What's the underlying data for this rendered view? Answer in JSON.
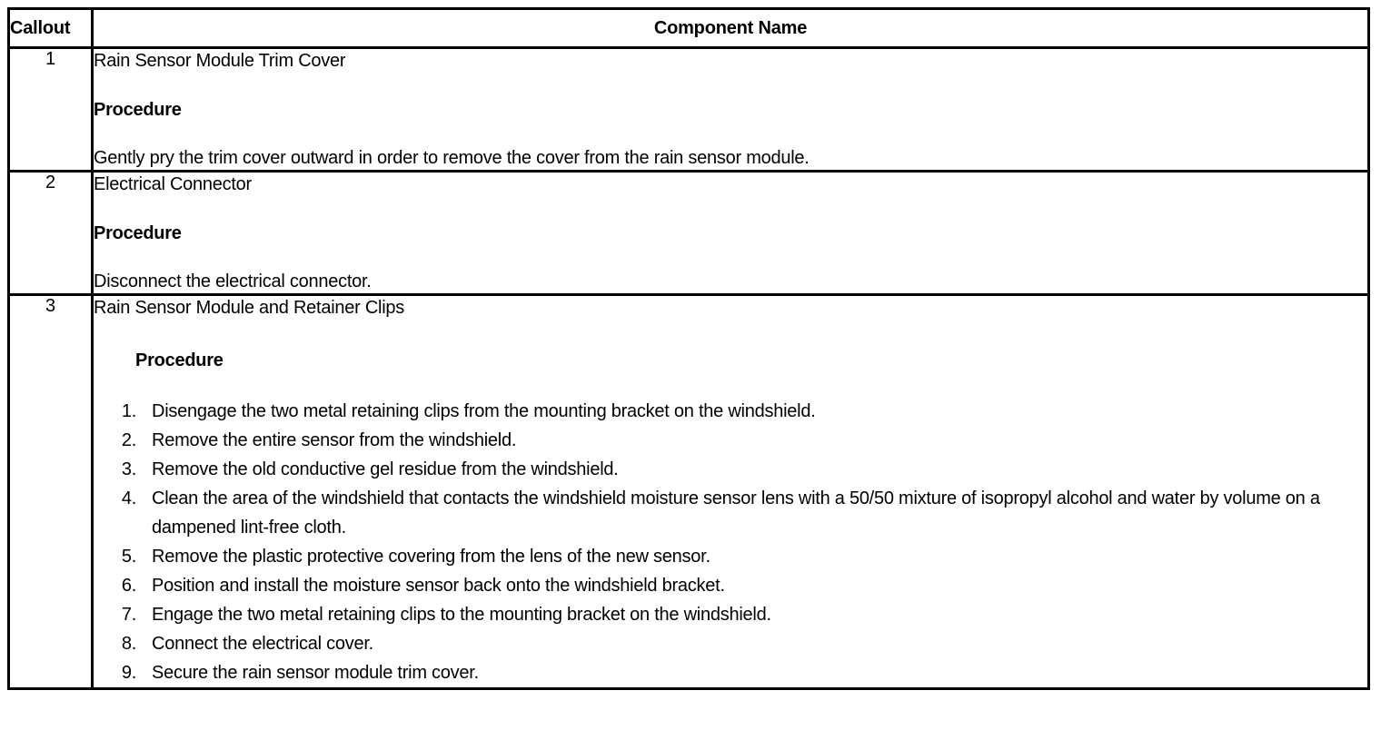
{
  "table": {
    "columns": [
      {
        "key": "callout",
        "header": "Callout",
        "align": "left"
      },
      {
        "key": "component_name",
        "header": "Component Name",
        "align": "center"
      }
    ],
    "rows": [
      {
        "callout": "1",
        "component_title": "Rain Sensor Module Trim Cover",
        "procedure_label": "Procedure",
        "procedure_text": "Gently pry the trim cover outward in order to remove the cover from the rain sensor module.",
        "steps": []
      },
      {
        "callout": "2",
        "component_title": "Electrical Connector",
        "procedure_label": "Procedure",
        "procedure_text": "Disconnect the electrical connector.",
        "steps": []
      },
      {
        "callout": "3",
        "component_title": "Rain Sensor Module and Retainer Clips",
        "procedure_label": "Procedure",
        "procedure_text": "",
        "steps": [
          "Disengage the two metal retaining clips from the mounting bracket on the windshield.",
          "Remove the entire sensor from the windshield.",
          "Remove the old conductive gel residue from the windshield.",
          "Clean the area of the windshield that contacts the windshield moisture sensor lens with a 50/50 mixture of isopropyl alcohol and water by volume on a dampened lint-free cloth.",
          "Remove the plastic protective covering from the lens of the new sensor.",
          "Position and install the moisture sensor back onto the windshield bracket.",
          "Engage the two metal retaining clips to the mounting bracket on the windshield.",
          "Connect the electrical cover.",
          "Secure the rain sensor module trim cover."
        ]
      }
    ]
  },
  "colors": {
    "border": "#000000",
    "text": "#000000",
    "background": "#ffffff"
  }
}
